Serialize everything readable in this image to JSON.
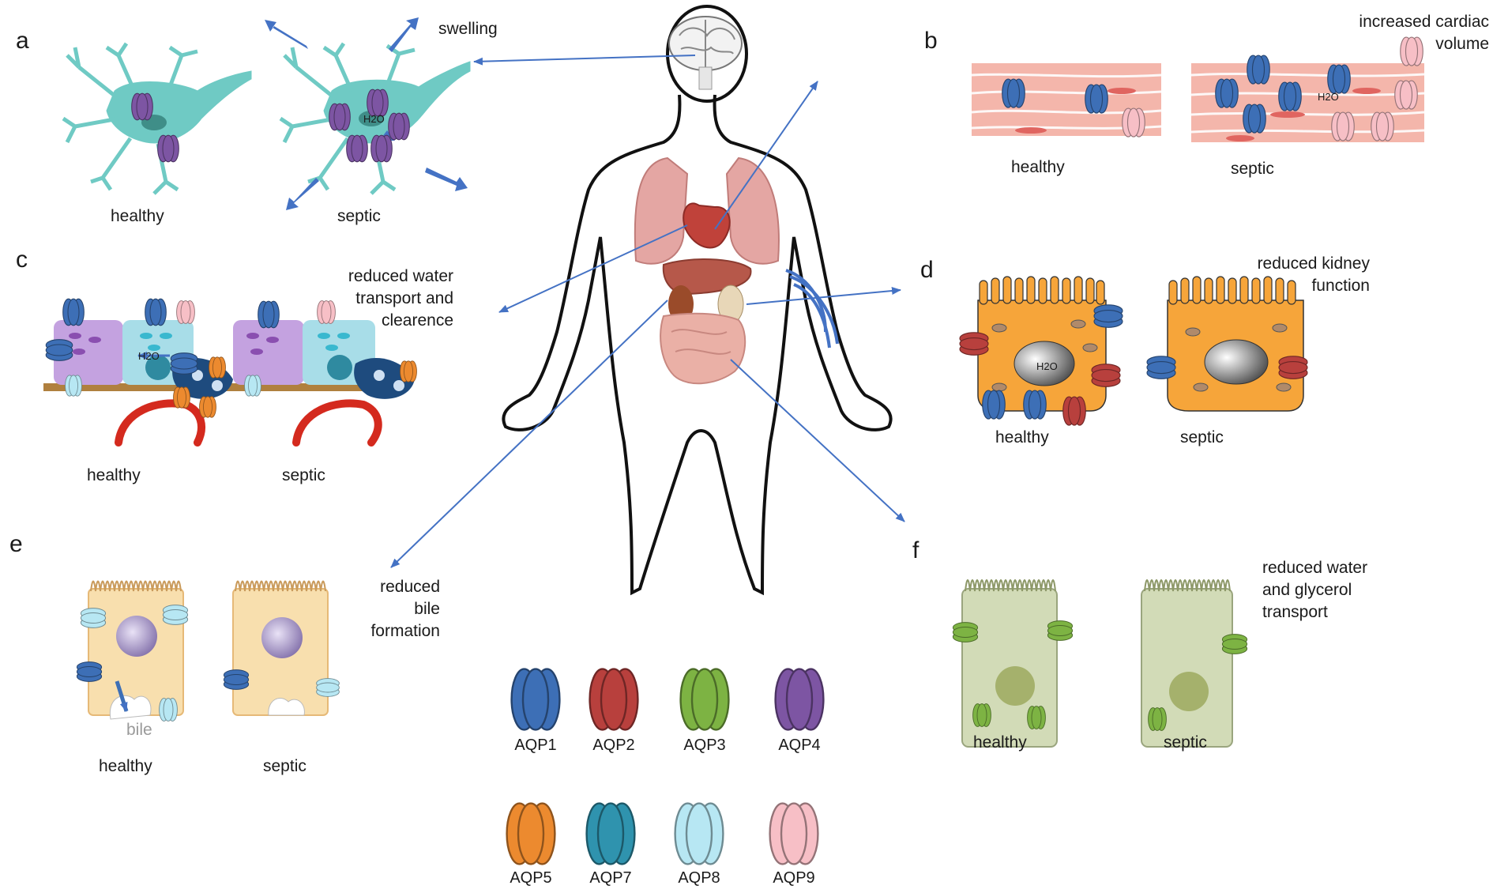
{
  "colors": {
    "AQP1": "#3d6fb6",
    "AQP2": "#b8403d",
    "AQP3": "#7db343",
    "AQP4": "#7d55a3",
    "AQP5": "#ec8a2f",
    "AQP7": "#2f93ae",
    "AQP8": "#b7e7f3",
    "AQP9": "#f7bfc6",
    "arrow": "#4472c4",
    "neuron": "#6fcac4",
    "muscle": "#f4b6ab",
    "kidney_cell": "#f6a53a",
    "liver_cell": "#f8dfae",
    "intestine_cell": "#d2dbb7"
  },
  "panels": {
    "a": {
      "letter": "a",
      "healthy": "healthy",
      "septic": "septic",
      "note": "swelling",
      "h2o": "H2O"
    },
    "b": {
      "letter": "b",
      "healthy": "healthy",
      "septic": "septic",
      "note": "increased cardiac\nvolume",
      "h2o": "H2O"
    },
    "c": {
      "letter": "c",
      "healthy": "healthy",
      "septic": "septic",
      "note": "reduced water\ntransport and\nclearence",
      "h2o": "H2O"
    },
    "d": {
      "letter": "d",
      "healthy": "healthy",
      "septic": "septic",
      "note": "reduced kidney\nfunction",
      "h2o": "H2O"
    },
    "e": {
      "letter": "e",
      "healthy": "healthy",
      "septic": "septic",
      "note": "reduced\nbile\nformation",
      "bile": "bile"
    },
    "f": {
      "letter": "f",
      "healthy": "healthy",
      "septic": "septic",
      "note": "reduced water\nand glycerol\ntransport"
    }
  },
  "legend": [
    {
      "name": "AQP1",
      "color": "#3d6fb6"
    },
    {
      "name": "AQP2",
      "color": "#b8403d"
    },
    {
      "name": "AQP3",
      "color": "#7db343"
    },
    {
      "name": "AQP4",
      "color": "#7d55a3"
    },
    {
      "name": "AQP5",
      "color": "#ec8a2f"
    },
    {
      "name": "AQP7",
      "color": "#2f93ae"
    },
    {
      "name": "AQP8",
      "color": "#b7e7f3"
    },
    {
      "name": "AQP9",
      "color": "#f7bfc6"
    }
  ],
  "icons": [
    "brain-icon",
    "lungs-icon",
    "heart-icon",
    "liver-icon",
    "kidney-icon",
    "intestine-icon",
    "human-body-outline",
    "aquaporin-channel-icon",
    "neuron-icon",
    "muscle-tissue-icon",
    "lung-alveoli-icon",
    "kidney-tubule-cell-icon",
    "hepatocyte-icon",
    "enterocyte-icon"
  ]
}
